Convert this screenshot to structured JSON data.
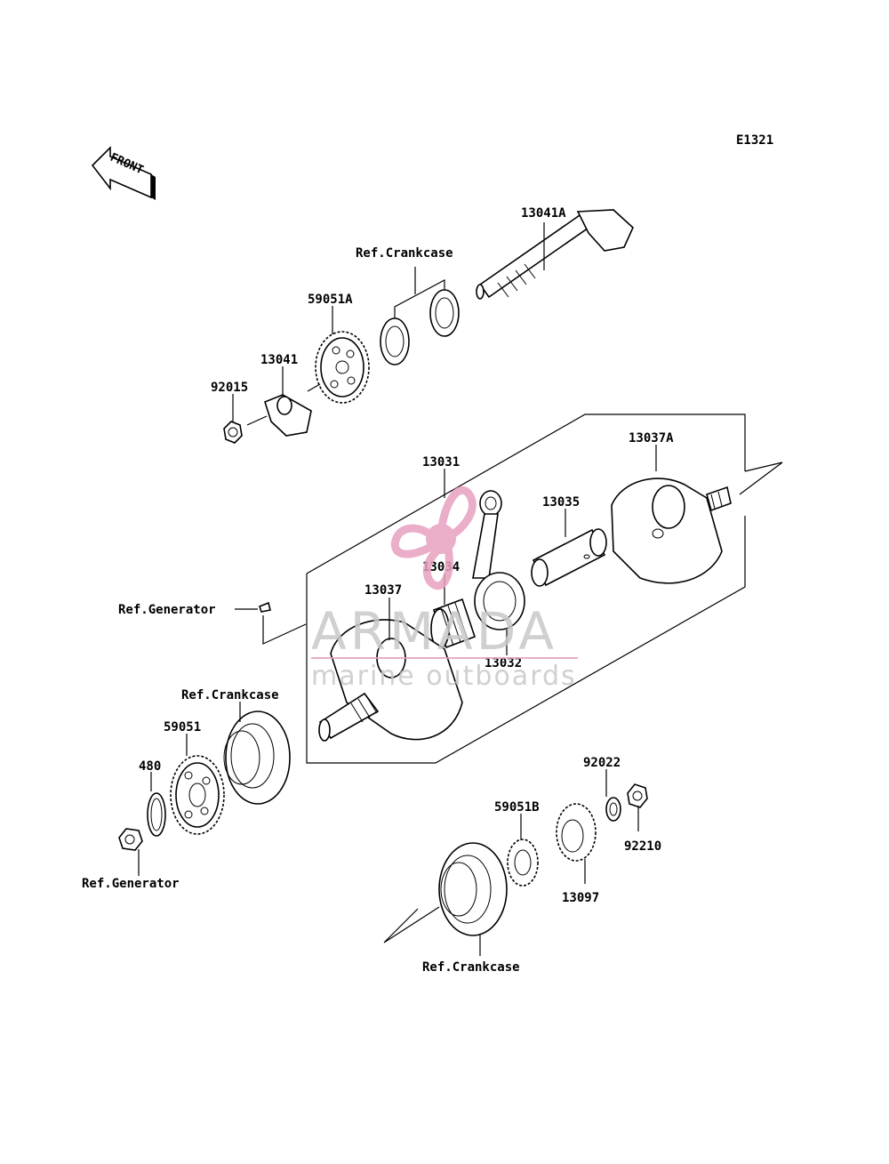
{
  "diagram_code": "E1321",
  "front_arrow_text": "FRONT",
  "labels": {
    "p13041A": "13041A",
    "ref_crankcase_top": "Ref.Crankcase",
    "p59051A": "59051A",
    "p13041": "13041",
    "p92015": "92015",
    "p13031": "13031",
    "p13037A": "13037A",
    "p13035": "13035",
    "p13034": "13034",
    "p13037": "13037",
    "p13032": "13032",
    "ref_generator_mid": "Ref.Generator",
    "ref_crankcase_mid": "Ref.Crankcase",
    "p59051": "59051",
    "p480": "480",
    "ref_generator_bottom": "Ref.Generator",
    "p92022": "92022",
    "p59051B": "59051B",
    "p92210": "92210",
    "p13097": "13097",
    "ref_crankcase_bottom": "Ref.Crankcase"
  },
  "watermark": {
    "brand": "ARMADA",
    "tagline": "marine outboards",
    "color": "#e8a0c0"
  }
}
